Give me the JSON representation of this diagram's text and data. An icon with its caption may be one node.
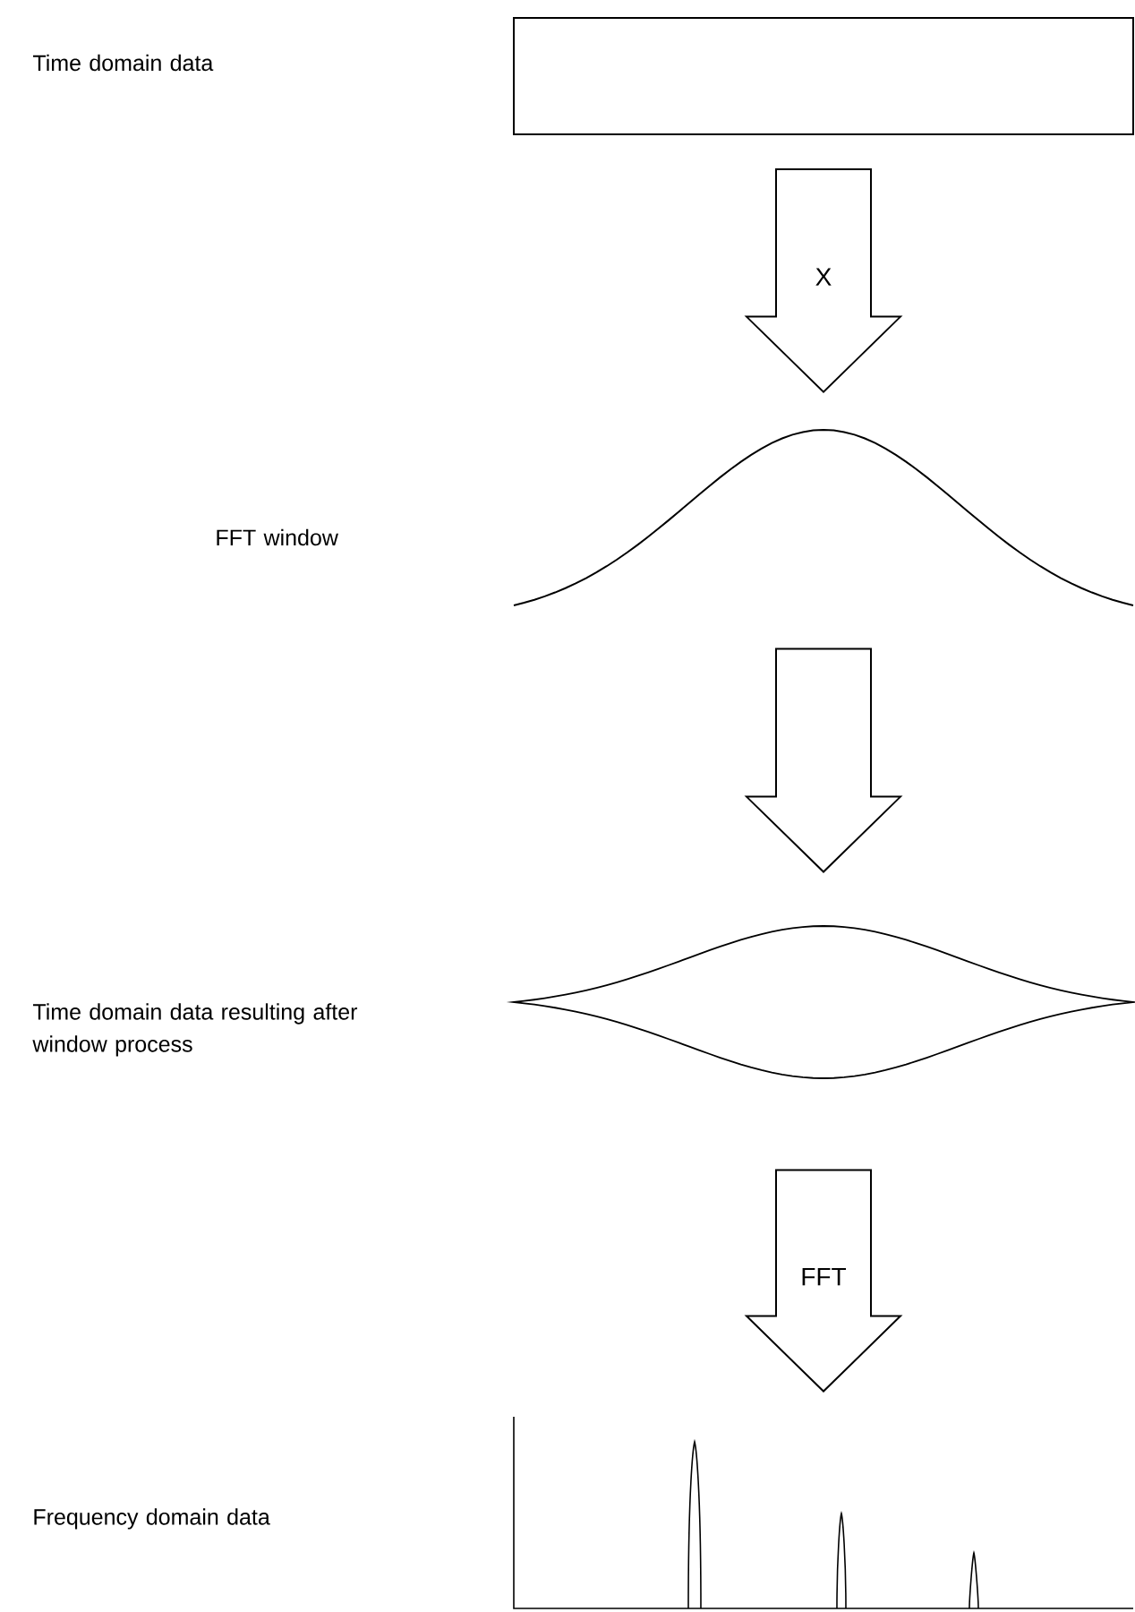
{
  "diagram": {
    "nodes": [
      {
        "text": [],
        "shape": "box"
      },
      {
        "text": [],
        "shape": "picture"
      },
      {
        "text": [],
        "shape": "picture"
      },
      {
        "text": [],
        "shape": "picture"
      }
    ],
    "edges": [
      {
        "from": 0,
        "to": 1,
        "arrow": "to",
        "label": "X"
      },
      {
        "from": 1,
        "to": 2,
        "arrow": "to"
      },
      {
        "from": 2,
        "to": 3,
        "arrow": "to",
        "label": "FFT"
      }
    ],
    "labels": [
      "Time domain data",
      "FFT window",
      "Time domain data resulting after window process",
      "Frequency domain data"
    ]
  }
}
